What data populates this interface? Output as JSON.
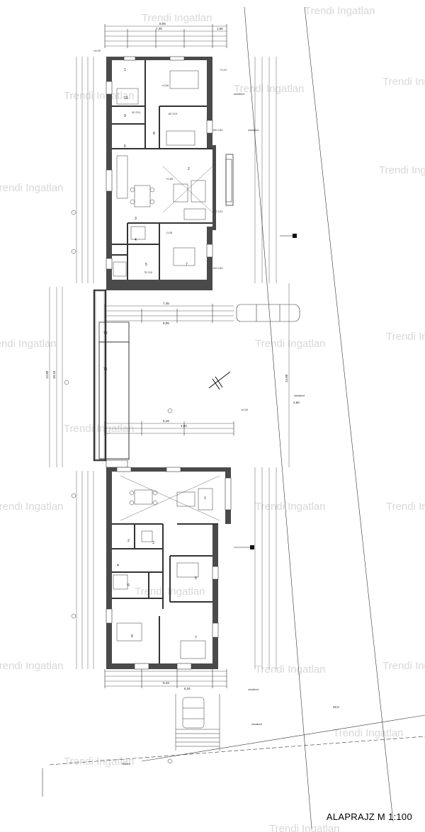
{
  "title": "ALAPRAJZ M 1:100",
  "watermark": "Trendi Ingatlan",
  "yard_labels": {
    "side_a": "oldalkert",
    "side_b": "oldalkert",
    "side_c": "oldalkert",
    "front": "előkert",
    "rear": "oldalkert"
  },
  "dimensions": {
    "top_total": "8,05",
    "top_inner": "7,45",
    "top_right": "1,50",
    "mid_total": "8,05",
    "mid_inner": "7,45",
    "carport_a": "6,18",
    "carport_b": "4,00",
    "side_total_left": "12,80",
    "side_mid": "10,10",
    "right_long": "12,80",
    "right_short": "4,50",
    "bottom_a": "9,43",
    "bottom_b": "6,34",
    "road": "32,5"
  },
  "levels": {
    "l1": "±0,00",
    "l2": "+0,50",
    "l3": "+0,50",
    "l4": "-0,05",
    "l5": "+0,10",
    "l6": "±0,00"
  },
  "rooms": {
    "upper": [
      "1",
      "2",
      "3",
      "4",
      "5",
      "6",
      "7",
      "8",
      "9",
      "10"
    ],
    "lower": [
      "1",
      "2",
      "3",
      "4",
      "5",
      "6",
      "7",
      "8"
    ],
    "carport": [
      "T1",
      "T2"
    ]
  },
  "openings": {
    "d1": "90\n210",
    "d2": "80\n210",
    "w1": "150\n150",
    "w2": "100\n150",
    "w3": "120\n120",
    "d3": "75\n210"
  },
  "colors": {
    "wall": "#4a4a4a",
    "line": "#222222",
    "watermark": "#d8d8d8"
  }
}
